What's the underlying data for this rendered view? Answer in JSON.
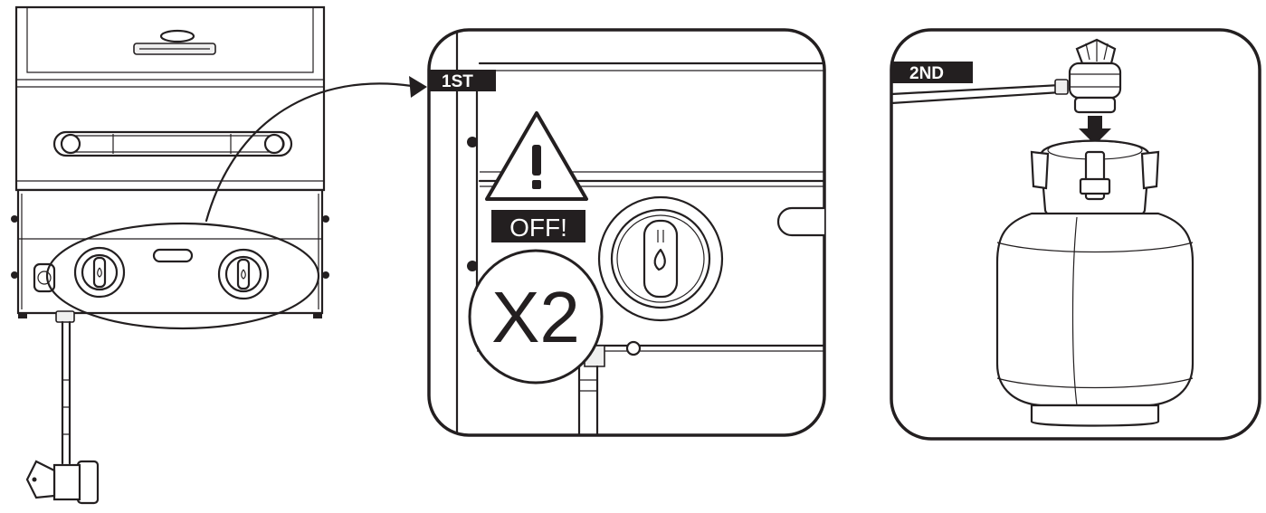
{
  "step1": {
    "tag": "1ST",
    "warning_text": "OFF!",
    "multiplier": "X2"
  },
  "step2": {
    "tag": "2ND"
  },
  "colors": {
    "line": "#231f20",
    "label_bg": "#231f20",
    "label_text": "#ffffff",
    "panel_fill": "#ffffff"
  }
}
